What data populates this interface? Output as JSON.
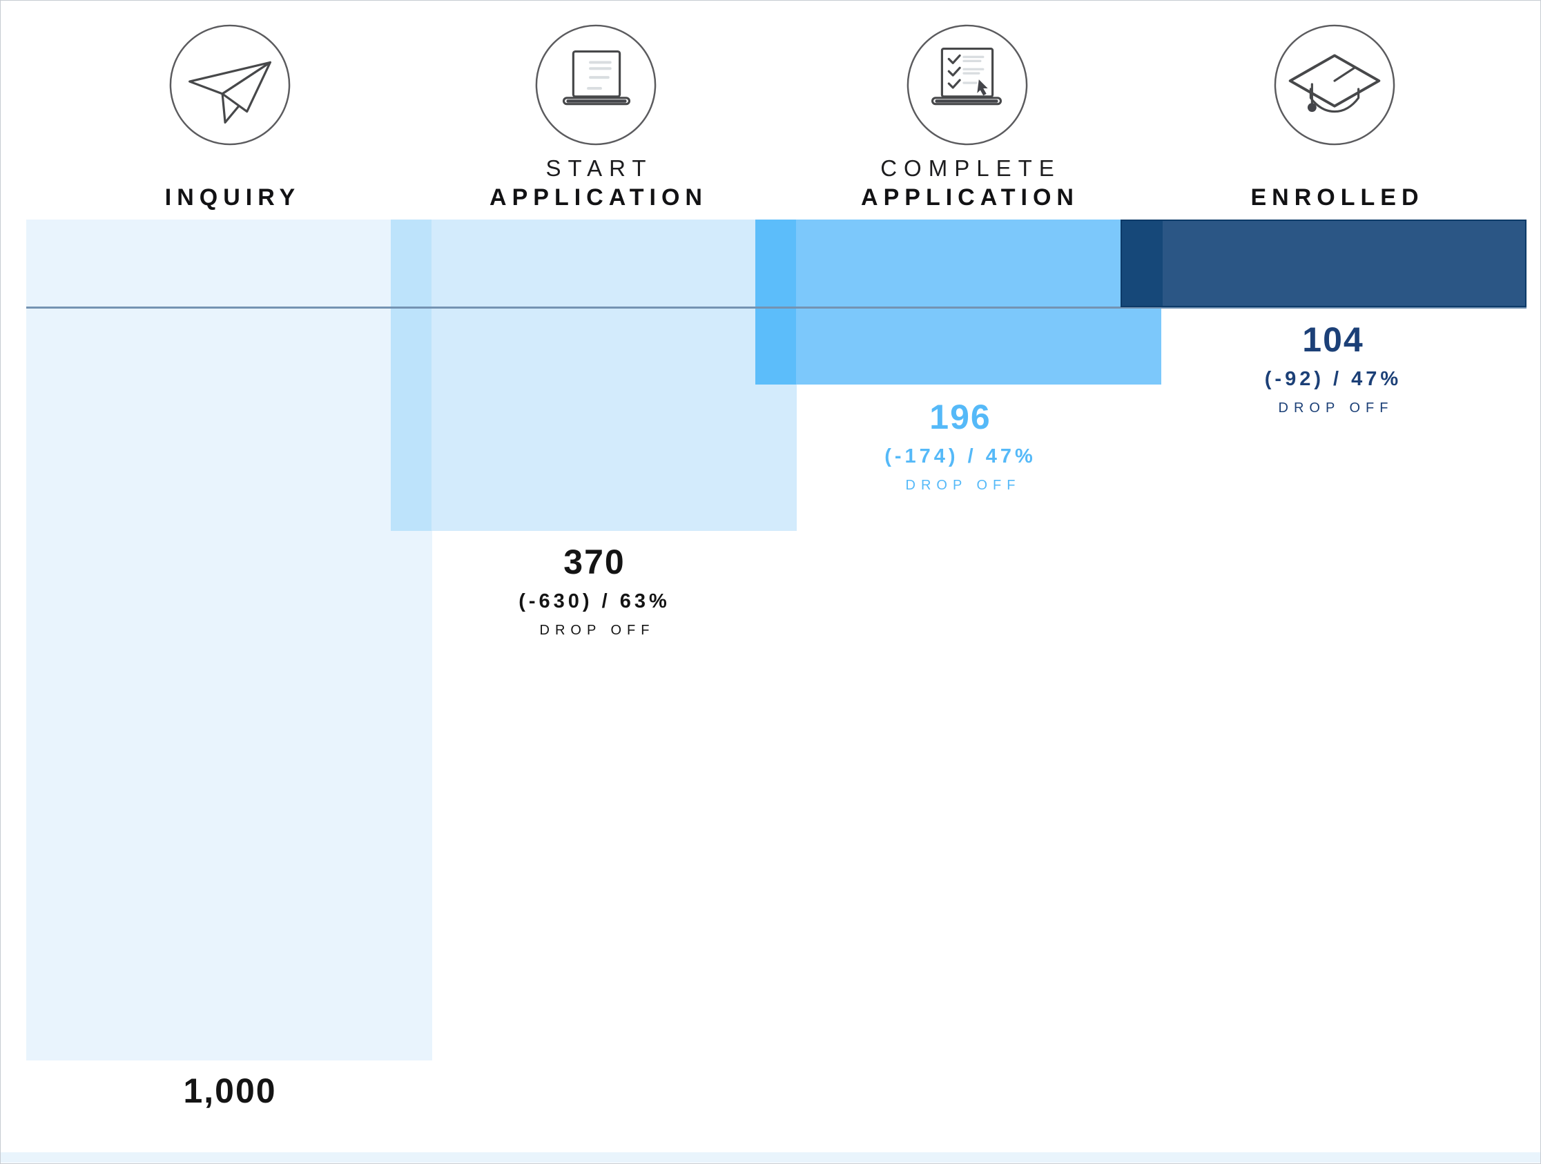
{
  "stages": [
    {
      "name": "inquiry",
      "icon": "paper-plane-icon",
      "label_line1": "",
      "label_line2": "INQUIRY",
      "value_label": "1,000",
      "delta_line": "",
      "dropoff_label": ""
    },
    {
      "name": "start-application",
      "icon": "laptop-icon",
      "label_line1": "START",
      "label_line2": "APPLICATION",
      "value_label": "370",
      "delta_line": "(-630) / 63%",
      "dropoff_label": "DROP OFF"
    },
    {
      "name": "complete-application",
      "icon": "checklist-laptop-icon",
      "label_line1": "COMPLETE",
      "label_line2": "APPLICATION",
      "value_label": "196",
      "delta_line": "(-174) / 47%",
      "dropoff_label": "DROP OFF"
    },
    {
      "name": "enrolled",
      "icon": "graduation-cap-icon",
      "label_line1": "",
      "label_line2": "ENROLLED",
      "value_label": "104",
      "delta_line": "(-92) / 47%",
      "dropoff_label": "DROP OFF"
    }
  ],
  "colors": {
    "bar_fills": [
      "#E9F4FD",
      "#D3EBFC",
      "#7CC8FB",
      "#2B5685"
    ],
    "overlap_fills": [
      "#BDE3FB",
      "#5CBDFA",
      "#164879"
    ],
    "bar4_border": "#0C3A68",
    "baseline": "#7493B2",
    "bottom_strip": "#E9F4FC",
    "value_colors": [
      "#141414",
      "#141414",
      "#55B9F8",
      "#1C4077"
    ]
  },
  "chart_data": {
    "type": "bar",
    "subtype": "overlapping-funnel, top-aligned bars growing downward",
    "categories": [
      "INQUIRY",
      "START APPLICATION",
      "COMPLETE APPLICATION",
      "ENROLLED"
    ],
    "values": [
      1000,
      370,
      196,
      104
    ],
    "value_labels": [
      "1,000",
      "370",
      "196",
      "104"
    ],
    "drop_off_deltas": [
      null,
      -630,
      -174,
      -92
    ],
    "drop_off_percents": [
      null,
      "63%",
      "47%",
      "47%"
    ],
    "title": "",
    "xlabel": "",
    "ylabel": "",
    "legend": "none",
    "grid": "off",
    "baseline_marker": "horizontal rule at enrolled (104) level"
  }
}
